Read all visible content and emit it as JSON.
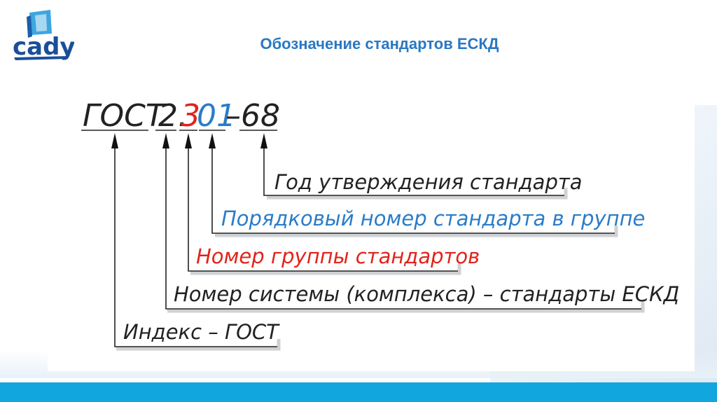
{
  "logo": {
    "text": "cady"
  },
  "title": "Обозначение стандартов ЕСКД",
  "designation": {
    "prefix": "ГОСТ",
    "system": "2.",
    "group": "3",
    "number": "01",
    "dash_year": "–68"
  },
  "labels": {
    "year": "Год утверждения стандарта",
    "number": "Порядковый номер стандарта в группе",
    "group": "Номер группы стандартов",
    "system": "Номер системы (комплекса) – стандарты ЕСКД",
    "index": "Индекс – ГОСТ"
  },
  "colors": {
    "title": "#2a78c2",
    "blue": "#2a7cc8",
    "red": "#e2231a",
    "bar": "#12a6de"
  }
}
